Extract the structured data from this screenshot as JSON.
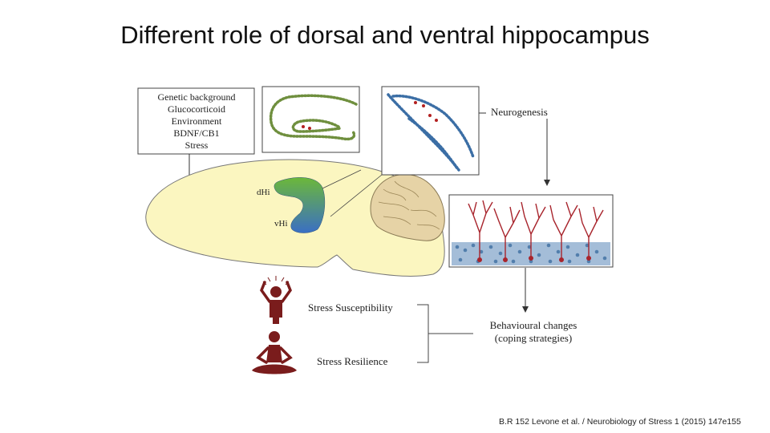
{
  "slide": {
    "title": "Different role of dorsal and ventral hippocampus",
    "citation": "B.R 152 Levone et al. / Neurobiology of Stress 1 (2015) 147e155"
  },
  "factors": [
    "Genetic background",
    "Glucocorticoid",
    "Environment",
    "BDNF/CB1",
    "Stress"
  ],
  "brain_labels": {
    "dorsal": "dHi",
    "ventral": "vHi"
  },
  "neurogenesis_label": "Neurogenesis",
  "susceptibility_label": "Stress Susceptibility",
  "resilience_label": "Stress Resilience",
  "behaviour_line1": "Behavioural changes",
  "behaviour_line2": "(coping strategies)",
  "colors": {
    "brain_fill": "#fbf6c0",
    "cerebellum_fill": "#e6d3a6",
    "hippocampus_top": "#6cb83a",
    "hippocampus_bottom": "#3a6fc4",
    "figure_maroon": "#7a1c1c",
    "green_cells": "#6f8f3e",
    "blue_cells": "#3b6ea5",
    "dendrite_red": "#a8242c"
  },
  "icons": [
    "stressed-person-icon",
    "meditating-person-icon"
  ]
}
